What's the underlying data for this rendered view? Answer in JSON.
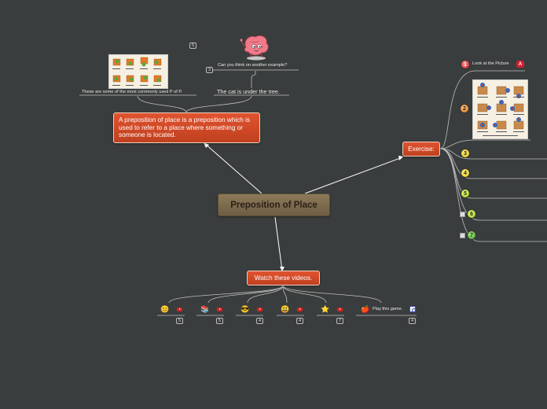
{
  "central": {
    "title": "Preposition of Place"
  },
  "definition": {
    "text": "A preposition of place is a preposition which is used to refer to a place where something or someone is located."
  },
  "images_branch": {
    "caption": "These are some of the most commonly used P of P.",
    "badge": "5"
  },
  "example_branch": {
    "question": "Can you think on another example?",
    "question_badge": "3",
    "example": "The cat is under the tree."
  },
  "exercise": {
    "label": "Exercise:",
    "items": [
      {
        "number": "1",
        "text": "Look at the Picture",
        "tag": "A"
      },
      {
        "number": "2"
      },
      {
        "number": "3"
      },
      {
        "number": "4"
      },
      {
        "number": "5"
      },
      {
        "number": "6"
      },
      {
        "number": "7"
      }
    ]
  },
  "videos": {
    "label": "Watch these videos.",
    "items": [
      {
        "icon": "smile-emoji",
        "badge": "5"
      },
      {
        "icon": "book-plant-emoji",
        "badge": "5"
      },
      {
        "icon": "cool-sunglasses-emoji",
        "badge": "4"
      },
      {
        "icon": "happy-emoji",
        "badge": "4"
      },
      {
        "icon": "star-emoji",
        "badge": "7"
      },
      {
        "icon": "apple-emoji",
        "text": "Play this game.",
        "badge": "4"
      }
    ]
  },
  "colors": {
    "background": "#3a3d3d",
    "topic": "#d24a26",
    "central": "#7d6b4e",
    "line": "#ffffff"
  }
}
